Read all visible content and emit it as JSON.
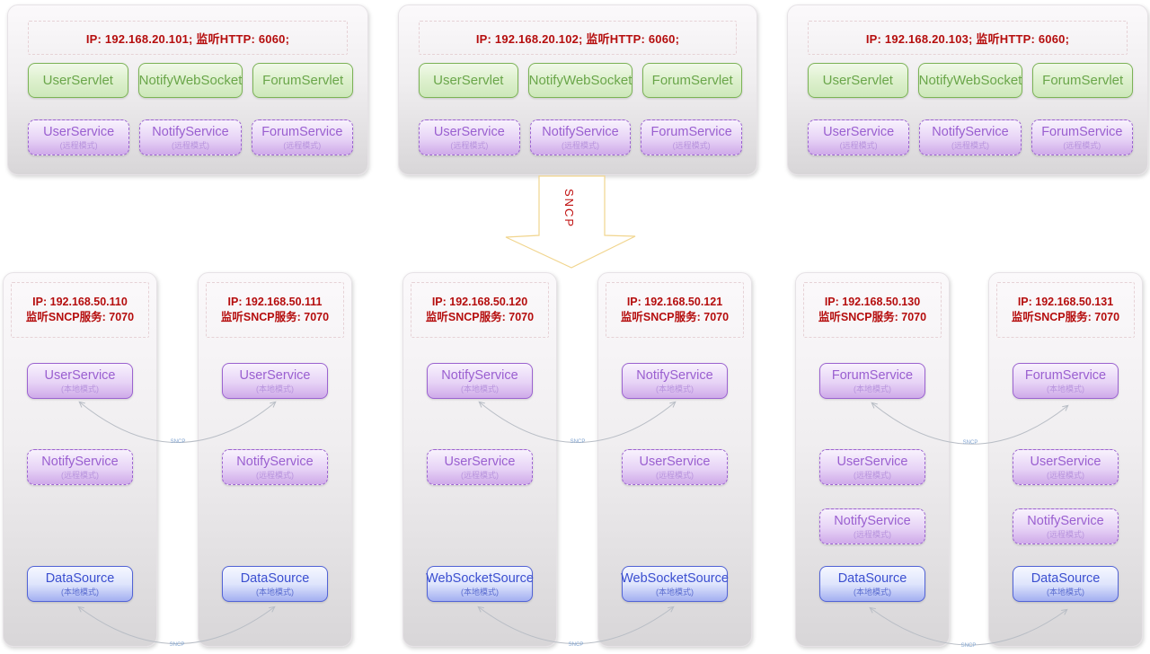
{
  "palette": {
    "ip_text_red": "#b50d0d",
    "green_border": "#7cb356",
    "green_text": "#6aa64a",
    "purple_border": "#9b63d0",
    "purple_text": "#9a5fd0",
    "blue_border": "#5263d6",
    "blue_text": "#3b4fd0",
    "arrow_outline_yellow": "#f1d58e",
    "arrow_label_red": "#c01010",
    "connector_line_gray": "#b8bdc5",
    "connector_label_blue": "#83a6d2"
  },
  "arrow": {
    "label": "SNCP"
  },
  "connectors": {
    "label": "SNCP"
  },
  "top_servers": [
    {
      "ip_text": "IP: 192.168.20.101;  监听HTTP: 6060;",
      "servlets": [
        "UserServlet",
        "NotifyWebSocket",
        "ForumServlet"
      ],
      "services": [
        {
          "name": "UserService",
          "mode": "(远程模式)"
        },
        {
          "name": "NotifyService",
          "mode": "(远程模式)"
        },
        {
          "name": "ForumService",
          "mode": "(远程模式)"
        }
      ]
    },
    {
      "ip_text": "IP: 192.168.20.102;  监听HTTP: 6060;",
      "servlets": [
        "UserServlet",
        "NotifyWebSocket",
        "ForumServlet"
      ],
      "services": [
        {
          "name": "UserService",
          "mode": "(远程模式)"
        },
        {
          "name": "NotifyService",
          "mode": "(远程模式)"
        },
        {
          "name": "ForumService",
          "mode": "(远程模式)"
        }
      ]
    },
    {
      "ip_text": "IP: 192.168.20.103;  监听HTTP: 6060;",
      "servlets": [
        "UserServlet",
        "NotifyWebSocket",
        "ForumServlet"
      ],
      "services": [
        {
          "name": "UserService",
          "mode": "(远程模式)"
        },
        {
          "name": "NotifyService",
          "mode": "(远程模式)"
        },
        {
          "name": "ForumService",
          "mode": "(远程模式)"
        }
      ]
    }
  ],
  "bottom_servers": [
    {
      "ip_line1": "IP: 192.168.50.110",
      "ip_line2": "监听SNCP服务: 7070",
      "services": [
        {
          "name": "UserService",
          "mode": "(本地模式)"
        },
        {
          "name": "NotifyService",
          "mode": "(远程模式)"
        },
        {
          "name": "DataSource",
          "mode": "(本地模式)"
        }
      ]
    },
    {
      "ip_line1": "IP: 192.168.50.111",
      "ip_line2": "监听SNCP服务: 7070",
      "services": [
        {
          "name": "UserService",
          "mode": "(本地模式)"
        },
        {
          "name": "NotifyService",
          "mode": "(远程模式)"
        },
        {
          "name": "DataSource",
          "mode": "(本地模式)"
        }
      ]
    },
    {
      "ip_line1": "IP: 192.168.50.120",
      "ip_line2": "监听SNCP服务: 7070",
      "services": [
        {
          "name": "NotifyService",
          "mode": "(本地模式)"
        },
        {
          "name": "UserService",
          "mode": "(远程模式)"
        },
        {
          "name": "WebSocketSource",
          "mode": "(本地模式)"
        }
      ]
    },
    {
      "ip_line1": "IP: 192.168.50.121",
      "ip_line2": "监听SNCP服务: 7070",
      "services": [
        {
          "name": "NotifyService",
          "mode": "(本地模式)"
        },
        {
          "name": "UserService",
          "mode": "(远程模式)"
        },
        {
          "name": "WebSocketSource",
          "mode": "(本地模式)"
        }
      ]
    },
    {
      "ip_line1": "IP: 192.168.50.130",
      "ip_line2": "监听SNCP服务: 7070",
      "services": [
        {
          "name": "ForumService",
          "mode": "(本地模式)"
        },
        {
          "name": "UserService",
          "mode": "(远程模式)"
        },
        {
          "name": "NotifyService",
          "mode": "(远程模式)"
        },
        {
          "name": "DataSource",
          "mode": "(本地模式)"
        }
      ]
    },
    {
      "ip_line1": "IP: 192.168.50.131",
      "ip_line2": "监听SNCP服务: 7070",
      "services": [
        {
          "name": "ForumService",
          "mode": "(本地模式)"
        },
        {
          "name": "UserService",
          "mode": "(远程模式)"
        },
        {
          "name": "NotifyService",
          "mode": "(远程模式)"
        },
        {
          "name": "DataSource",
          "mode": "(本地模式)"
        }
      ]
    }
  ]
}
